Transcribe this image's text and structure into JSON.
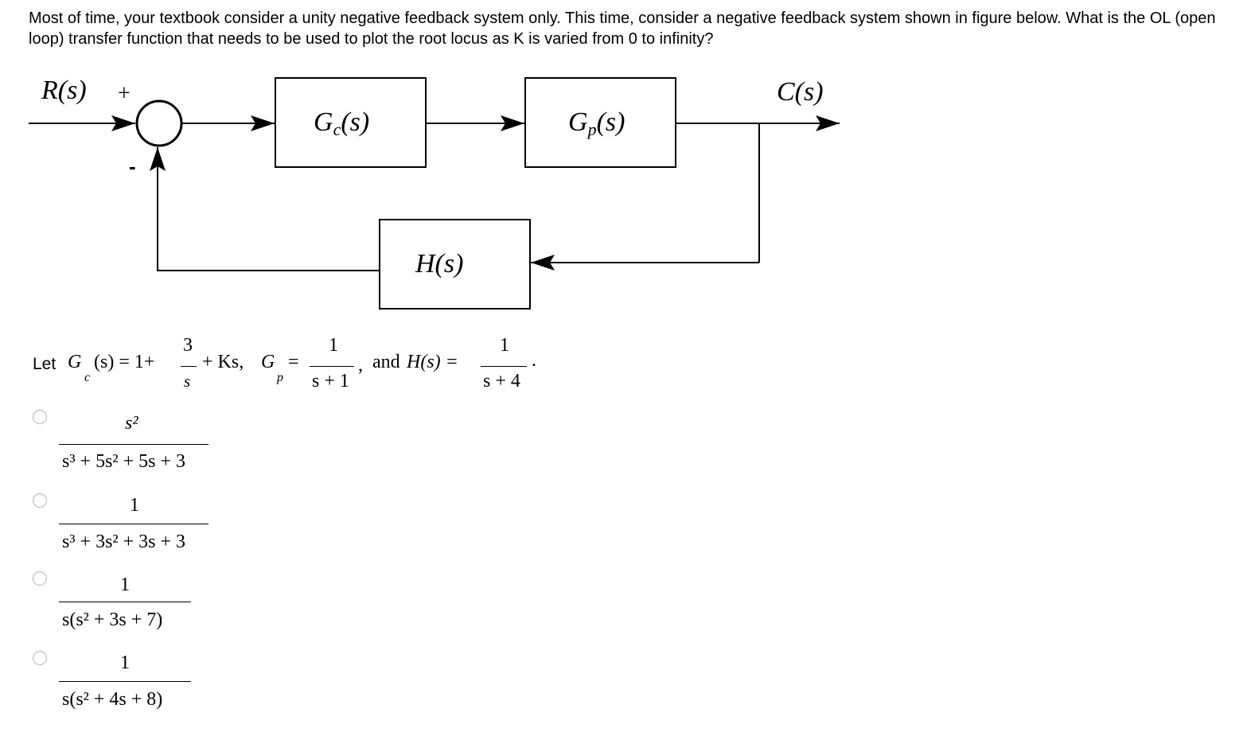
{
  "question": {
    "text": "Most of time, your textbook consider a unity negative feedback system only.  This time, consider a negative feedback system shown in figure below. What is the OL (open loop) transfer function that needs to be used to plot the root locus as K is varied from 0 to infinity?"
  },
  "diagram": {
    "input_label": "R(s)",
    "plus_sign": "+",
    "minus_sign": "-",
    "output_label": "C(s)",
    "controller_block": {
      "base": "G",
      "sub": "c",
      "arg": "(s)"
    },
    "plant_block": {
      "base": "G",
      "sub": "p",
      "arg": "(s)"
    },
    "feedback_block": "H(s)"
  },
  "givens": {
    "let_word": "Let",
    "gc_lhs": "G",
    "gc_sub": "c",
    "gc_arg": "(s) = 1+",
    "gc_frac_num": "3",
    "gc_frac_den": "s",
    "gc_rest": "+ Ks,",
    "gp_lhs": "G",
    "gp_sub": "p",
    "eq": "=",
    "gp_num": "1",
    "gp_den": "s + 1",
    "comma": ",",
    "and_word": "and",
    "h_lhs": "H(s) =",
    "h_num": "1",
    "h_den": "s + 4",
    "period": "."
  },
  "options": [
    {
      "num": "s²",
      "den": "s³ + 5s² + 5s + 3"
    },
    {
      "num": "1",
      "den": "s³ + 3s² + 3s + 3"
    },
    {
      "num": "1",
      "den": "s(s² + 3s + 7)"
    },
    {
      "num": "1",
      "den": "s(s² + 4s + 8)"
    }
  ]
}
